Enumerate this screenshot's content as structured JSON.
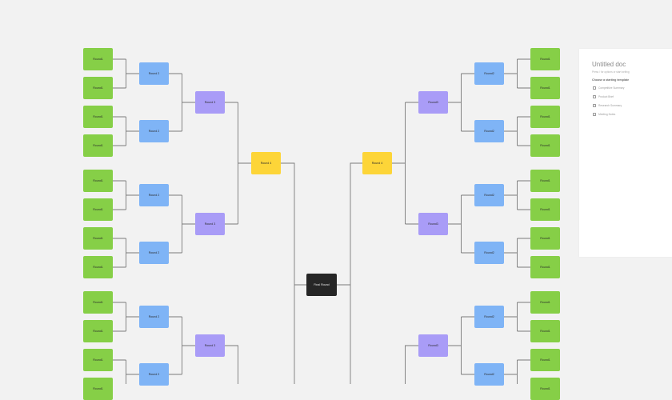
{
  "bracket": {
    "left": {
      "round1": [
        "Round1",
        "Round1",
        "Round1",
        "Round1",
        "Round1",
        "Round1",
        "Round1",
        "Round1",
        "Round1",
        "Round1",
        "Round1",
        "Round1"
      ],
      "round2": [
        "Round 2",
        "Round 2",
        "Round 2",
        "Round 2",
        "Round 2",
        "Round 2"
      ],
      "round3": [
        "Round 3",
        "Round 3",
        "Round 3"
      ],
      "round4": [
        "Round 4"
      ]
    },
    "right": {
      "round1": [
        "Round1",
        "Round1",
        "Round1",
        "Round1",
        "Round1",
        "Round1",
        "Round1",
        "Round1",
        "Round1",
        "Round1",
        "Round1",
        "Round1"
      ],
      "round2": [
        "Round2",
        "Round2",
        "Round2",
        "Round2",
        "Round2",
        "Round2"
      ],
      "round3": [
        "Round3",
        "Round3",
        "Round3"
      ],
      "round4": [
        "Round 4"
      ]
    },
    "final": "Final Round"
  },
  "colors": {
    "round1": "#86cf47",
    "round2": "#7fb4f6",
    "round3": "#a99cf7",
    "round4": "#fdd538",
    "final": "#262626",
    "connector": "#7a7a7a"
  },
  "doc_panel": {
    "title": "Untitled doc",
    "hint": "Press / for options or start writing",
    "choose_label": "Choose a starting template",
    "templates": [
      {
        "label": "Competitive Summary",
        "icon": "doc-icon"
      },
      {
        "label": "Product Brief",
        "icon": "doc-icon"
      },
      {
        "label": "Research Summary",
        "icon": "doc-icon"
      },
      {
        "label": "Meeting Notes",
        "icon": "doc-icon"
      }
    ]
  }
}
